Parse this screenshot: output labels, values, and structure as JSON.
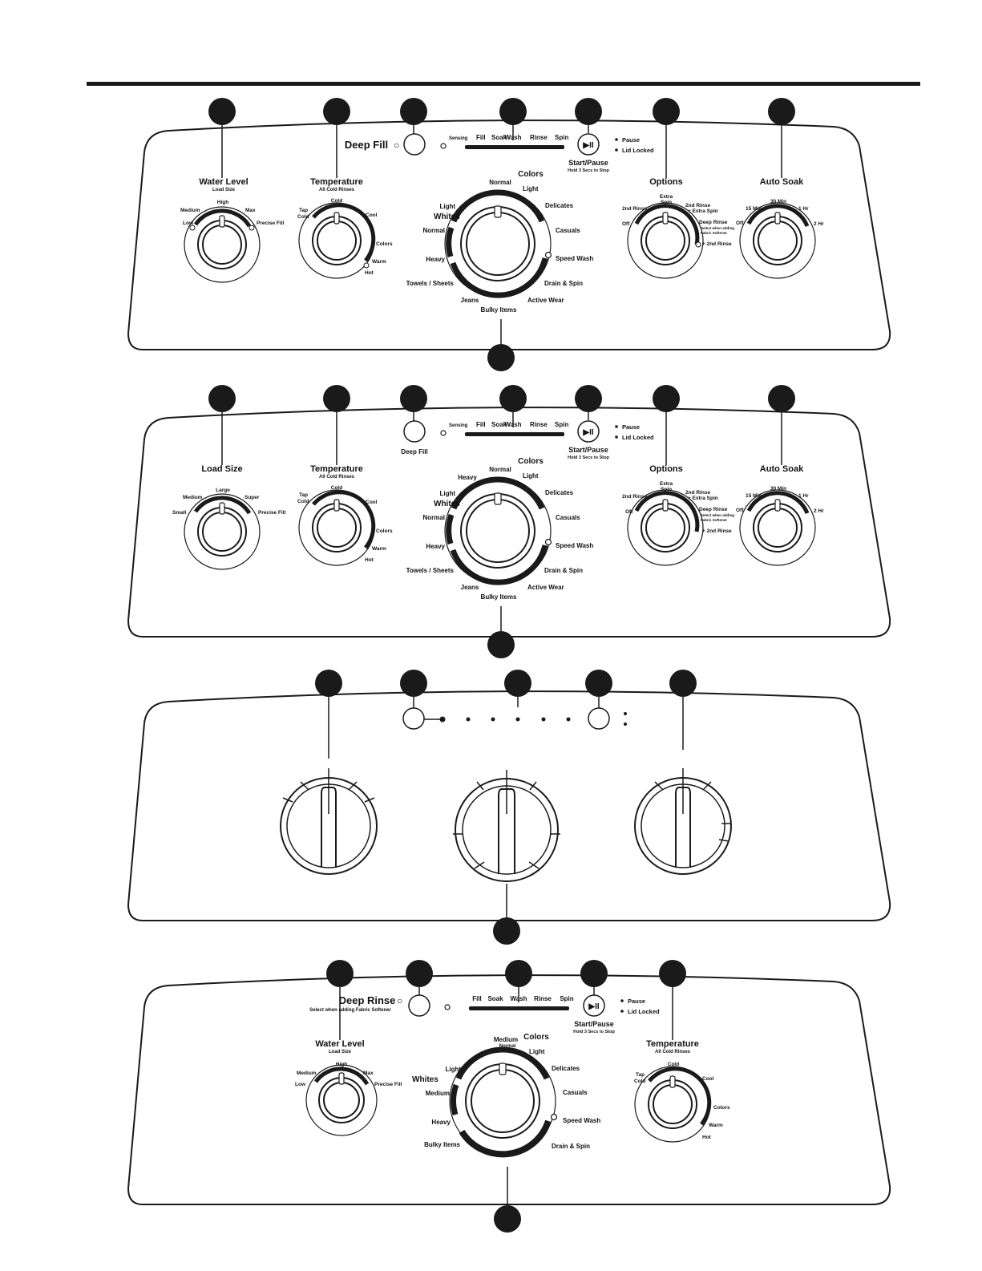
{
  "callout_color": "#1a1a1a",
  "panels": [
    {
      "id": "panel-1",
      "deep_fill_label": "Deep Fill",
      "cycle_status": {
        "sensing": "Sensing",
        "stages": [
          "Fill",
          "Soak",
          "Wash",
          "Rinse",
          "Spin"
        ]
      },
      "start_pause": {
        "label": "Start/Pause",
        "sub": "Hold 3 Secs to Stop"
      },
      "status_lights": [
        "Pause",
        "Lid Locked"
      ],
      "water_level": {
        "title": "Water Level",
        "subtitle": "Load Size",
        "labels": {
          "low": "Low",
          "medium": "Medium",
          "high": "High",
          "max": "Max",
          "precise": "Precise Fill"
        }
      },
      "temperature": {
        "title": "Temperature",
        "subtitle": "All Cold Rinses",
        "labels": {
          "tap": "Tap",
          "tap2": "Cold",
          "cold": "Cold",
          "cool": "Cool",
          "colors": "Colors",
          "warm": "Warm",
          "hot": "Hot"
        }
      },
      "cycle": {
        "whites": "Whites",
        "colors": "Colors",
        "labels": {
          "normal_top": "Normal",
          "light_right": "Light",
          "light_left": "Light",
          "normal_left": "Normal",
          "heavy": "Heavy",
          "towels": "Towels / Sheets",
          "jeans": "Jeans",
          "bulky": "Bulky Items",
          "active": "Active Wear",
          "drain": "Drain & Spin",
          "speed": "Speed Wash",
          "casuals": "Casuals",
          "delicates": "Delicates"
        }
      },
      "options": {
        "title": "Options",
        "labels": {
          "off": "Off",
          "rinse2": "2nd Rinse",
          "extra1": "Extra",
          "extra2": "Spin",
          "r2es1": "2nd Rinse",
          "r2es2": "+ Extra Spin",
          "deep": "Deep Rinse",
          "deep_s1": "Select when adding",
          "deep_s2": "Fabric Softener",
          "drp2": "+ 2nd Rinse"
        }
      },
      "auto_soak": {
        "title": "Auto Soak",
        "labels": {
          "off": "Off",
          "m15": "15 Min",
          "m30": "30 Min",
          "h1": "1 Hr",
          "h2": "2 Hr"
        }
      }
    },
    {
      "id": "panel-2",
      "deep_fill_label": "Deep Fill",
      "cycle_status": {
        "sensing": "Sensing",
        "stages": [
          "Fill",
          "Soak",
          "Wash",
          "Rinse",
          "Spin"
        ]
      },
      "start_pause": {
        "label": "Start/Pause",
        "sub": "Hold 3 Secs to Stop"
      },
      "status_lights": [
        "Pause",
        "Lid Locked"
      ],
      "load_size": {
        "title": "Load Size",
        "labels": {
          "small": "Small",
          "medium": "Medium",
          "large": "Large",
          "super": "Super",
          "precise": "Precise Fill"
        }
      },
      "temperature": {
        "title": "Temperature",
        "subtitle": "All Cold Rinses",
        "labels": {
          "tap": "Tap",
          "tap2": "Cold",
          "cold": "Cold",
          "cool": "Cool",
          "colors": "Colors",
          "warm": "Warm",
          "hot": "Hot"
        }
      },
      "cycle": {
        "whites": "Whites",
        "colors": "Colors",
        "labels": {
          "normal_top": "Normal",
          "light_right": "Light",
          "heavy_top": "Heavy",
          "light_left": "Light",
          "normal_left": "Normal",
          "heavy": "Heavy",
          "towels": "Towels / Sheets",
          "jeans": "Jeans",
          "bulky": "Bulky Items",
          "active": "Active Wear",
          "drain": "Drain & Spin",
          "speed": "Speed Wash",
          "casuals": "Casuals",
          "delicates": "Delicates"
        }
      },
      "options": {
        "title": "Options",
        "labels": {
          "off": "Off",
          "rinse2": "2nd Rinse",
          "extra1": "Extra",
          "extra2": "Spin",
          "r2es1": "2nd Rinse",
          "r2es2": "+ Extra Spin",
          "deep": "Deep Rinse",
          "deep_s1": "Select when adding",
          "deep_s2": "Fabric Softener",
          "drp2": "+ 2nd Rinse"
        }
      },
      "auto_soak": {
        "title": "Auto Soak",
        "labels": {
          "off": "Off",
          "m15": "15 Min",
          "m30": "30 Min",
          "h1": "1 Hr",
          "h2": "2 Hr"
        }
      }
    },
    {
      "id": "panel-3"
    },
    {
      "id": "panel-4",
      "deep_rinse": {
        "label": "Deep Rinse",
        "sub": "Select when adding Fabric Softener"
      },
      "cycle_status": {
        "stages": [
          "Fill",
          "Soak",
          "Wash",
          "Rinse",
          "Spin"
        ]
      },
      "start_pause": {
        "label": "Start/Pause",
        "sub": "Hold 3 Secs to Stop"
      },
      "status_lights": [
        "Pause",
        "Lid Locked"
      ],
      "water_level": {
        "title": "Water Level",
        "subtitle": "Load Size",
        "labels": {
          "low": "Low",
          "medium": "Medium",
          "high": "High",
          "max": "Max",
          "precise": "Precise Fill"
        }
      },
      "temperature": {
        "title": "Temperature",
        "subtitle": "All Cold Rinses",
        "labels": {
          "tap": "Tap",
          "tap2": "Cold",
          "cold": "Cold",
          "cool": "Cool",
          "colors": "Colors",
          "warm": "Warm",
          "hot": "Hot"
        }
      },
      "cycle": {
        "whites": "Whites",
        "colors": "Colors",
        "labels": {
          "medium_top": "Medium",
          "normal_top": "Normal",
          "light_right": "Light",
          "light_left": "Light",
          "medium_left": "Medium",
          "heavy": "Heavy",
          "bulky": "Bulky Items",
          "drain": "Drain & Spin",
          "speed": "Speed Wash",
          "casuals": "Casuals",
          "delicates": "Delicates"
        }
      }
    }
  ]
}
